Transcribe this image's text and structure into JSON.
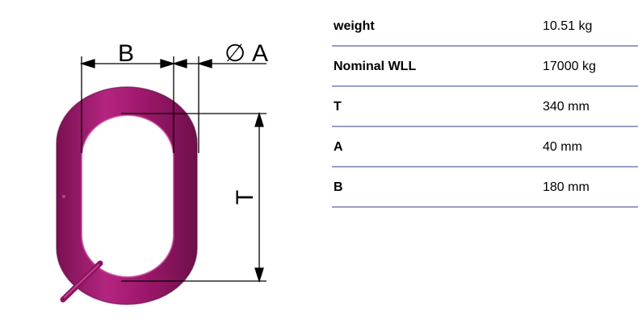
{
  "diagram": {
    "label_b": "B",
    "label_a": "A",
    "diameter_symbol": "∅",
    "label_t": "T",
    "link_color": "#a0186e",
    "link_highlight": "#c43f92",
    "link_shadow": "#6e0f4a"
  },
  "specs": [
    {
      "label": "weight",
      "value": "10.51 kg"
    },
    {
      "label": "Nominal WLL",
      "value": "17000 kg"
    },
    {
      "label": "T",
      "value": "340 mm"
    },
    {
      "label": "A",
      "value": "40 mm"
    },
    {
      "label": "B",
      "value": "180 mm"
    }
  ],
  "colors": {
    "row_divider": "#9a9ec4"
  }
}
